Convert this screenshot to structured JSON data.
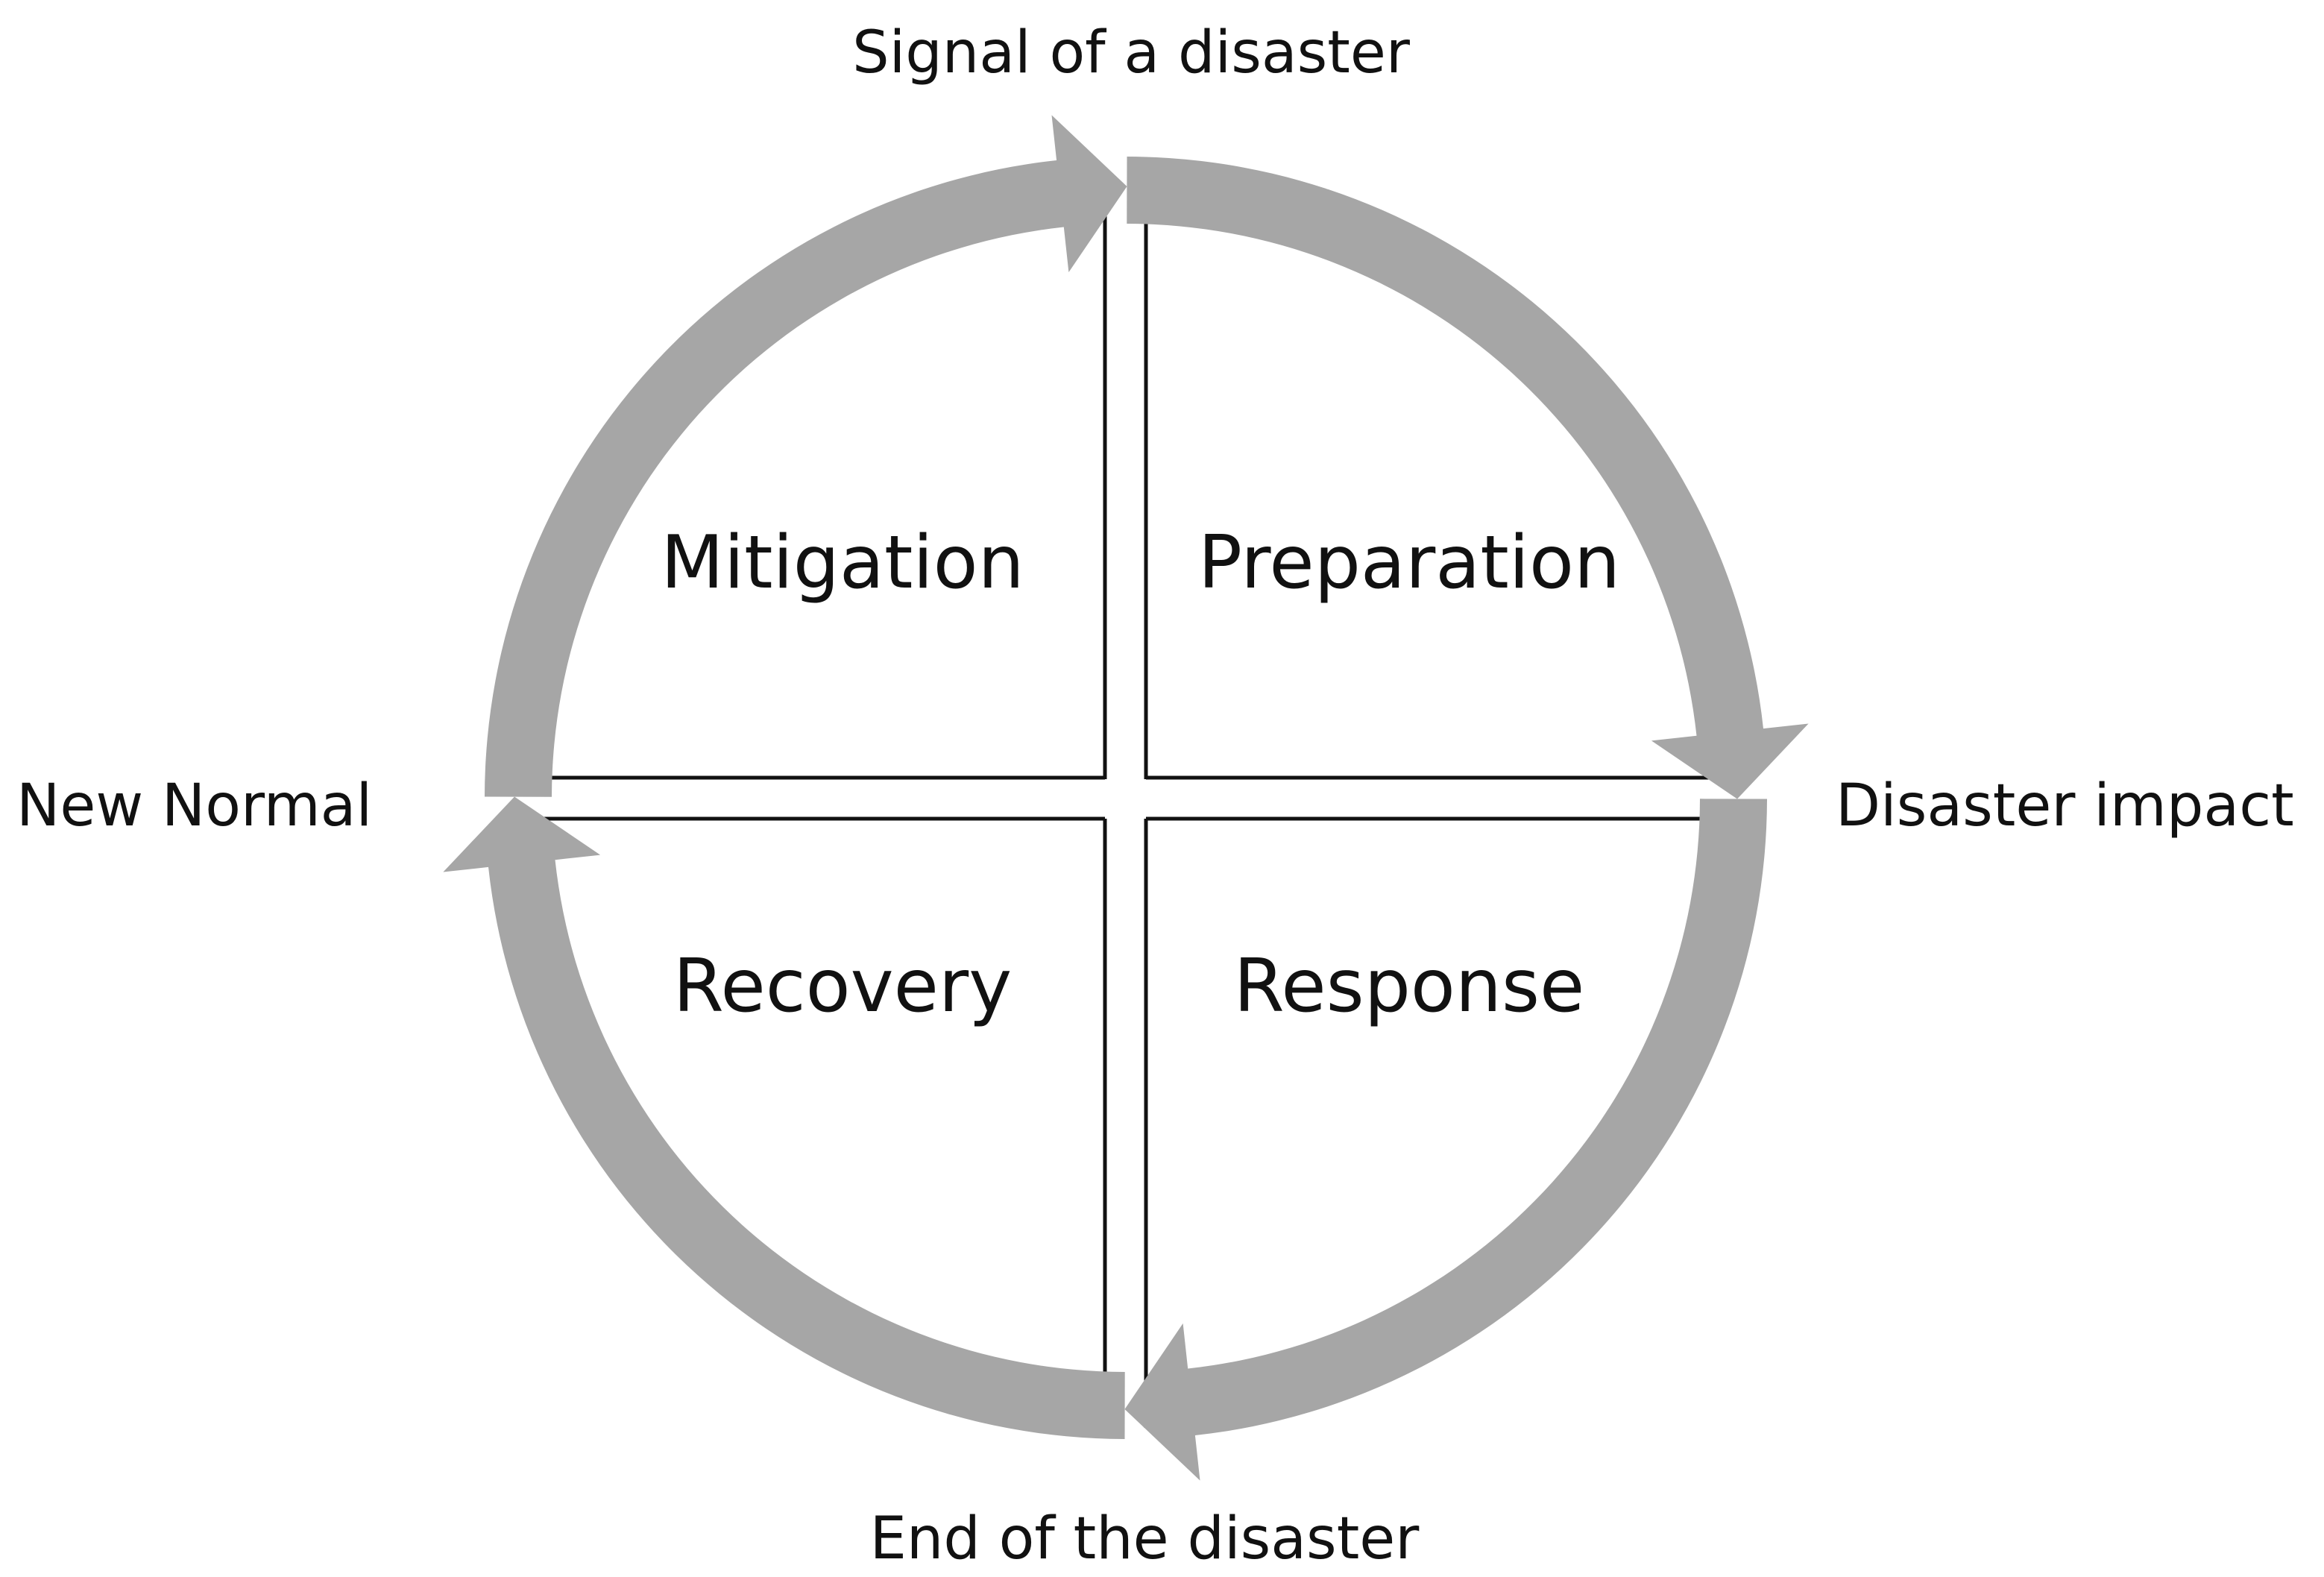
{
  "colors": {
    "arrow": "#a6a6a6",
    "line": "#111111",
    "text": "#111111",
    "background": "#ffffff"
  },
  "events": {
    "top": "Signal of a disaster",
    "right": "Disaster impact",
    "bottom": "End of the disaster",
    "left": "New Normal"
  },
  "phases": {
    "top_left": "Mitigation",
    "top_right": "Preparation",
    "bottom_left": "Recovery",
    "bottom_right": "Response"
  }
}
